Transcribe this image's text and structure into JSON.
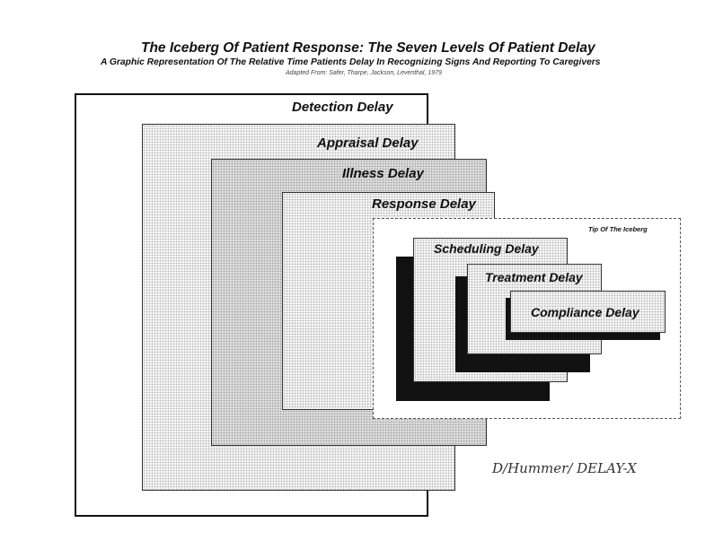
{
  "title": "The Iceberg Of Patient Response:  The Seven Levels Of Patient Delay",
  "subtitle": "A Graphic Representation Of The Relative Time Patients Delay In Recognizing Signs And Reporting To Caregivers",
  "source": "Adapted From:  Safer, Tharpe, Jackson, Leventhal, 1979",
  "levels": [
    "Detection Delay",
    "Appraisal Delay",
    "Illness Delay",
    "Response Delay",
    "Scheduling Delay",
    "Treatment Delay",
    "Compliance Delay"
  ],
  "tip_label": "Tip Of The Iceberg",
  "handwritten_note": "D/Hummer/ DELAY-X"
}
